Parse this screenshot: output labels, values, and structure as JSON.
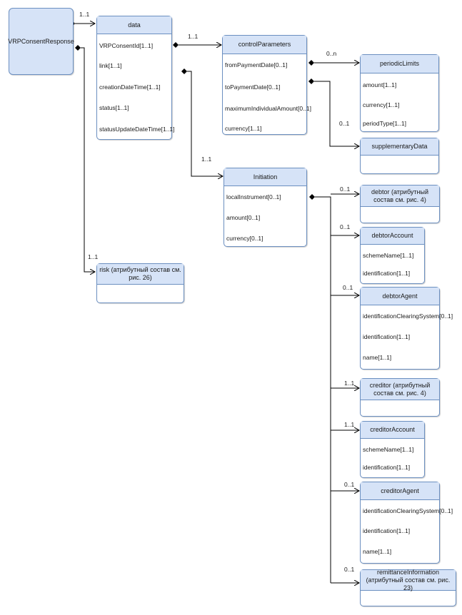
{
  "root": {
    "name": "VRPConsentResponse"
  },
  "data_entity": {
    "name": "data",
    "attributes": [
      "VRPConsentId[1..1]",
      "link[1..1]",
      "creationDateTime[1..1]",
      "status[1..1]",
      "statusUpdateDateTime[1..1]"
    ]
  },
  "control_parameters": {
    "name": "controlParameters",
    "attributes": [
      "fromPaymentDate[0..1]",
      "toPaymentDate[0..1]",
      "maximumIndividualAmount[0..1]",
      "currency[1..1]"
    ]
  },
  "periodic_limits": {
    "name": "periodicLimits",
    "attributes": [
      "amount[1..1]",
      "currency[1..1]",
      "periodType[1..1]"
    ]
  },
  "supplementary_data": {
    "name": "supplementaryData"
  },
  "initiation": {
    "name": "Initiation",
    "attributes": [
      "localInstrument[0..1]",
      "amount[0..1]",
      "currency[0..1]"
    ]
  },
  "risk": {
    "name": "risk (атрибутный состав см. рис. 26)"
  },
  "debtor": {
    "name": "debtor (атрибутный состав см. рис. 4)"
  },
  "debtor_account": {
    "name": "debtorAccount",
    "attributes": [
      "schemeName[1..1]",
      "identification[1..1]"
    ]
  },
  "debtor_agent": {
    "name": "debtorAgent",
    "attributes": [
      "identificationClearingSystem[0..1]",
      "identification[1..1]",
      "name[1..1]"
    ]
  },
  "creditor": {
    "name": "creditor (атрибутный состав см. рис. 4)"
  },
  "creditor_account": {
    "name": "creditorAccount",
    "attributes": [
      "schemeName[1..1]",
      "identification[1..1]"
    ]
  },
  "creditor_agent": {
    "name": "creditorAgent",
    "attributes": [
      "identificationClearingSystem[0..1]",
      "identification[1..1]",
      "name[1..1]"
    ]
  },
  "remittance_information": {
    "name": "remittanceInformation (атрибутный состав см. рис. 23)"
  },
  "multiplicities": {
    "root_data": "1..1",
    "data_control": "1..1",
    "control_periodic": "0..n",
    "control_supplementary": "0..1",
    "data_initiation": "1..1",
    "root_risk": "1..1",
    "init_debtor": "0..1",
    "init_debtor_account": "0..1",
    "init_debtor_agent": "0..1",
    "init_creditor": "1..1",
    "init_creditor_account": "1..1",
    "init_creditor_agent": "0..1",
    "init_remittance": "0..1"
  }
}
